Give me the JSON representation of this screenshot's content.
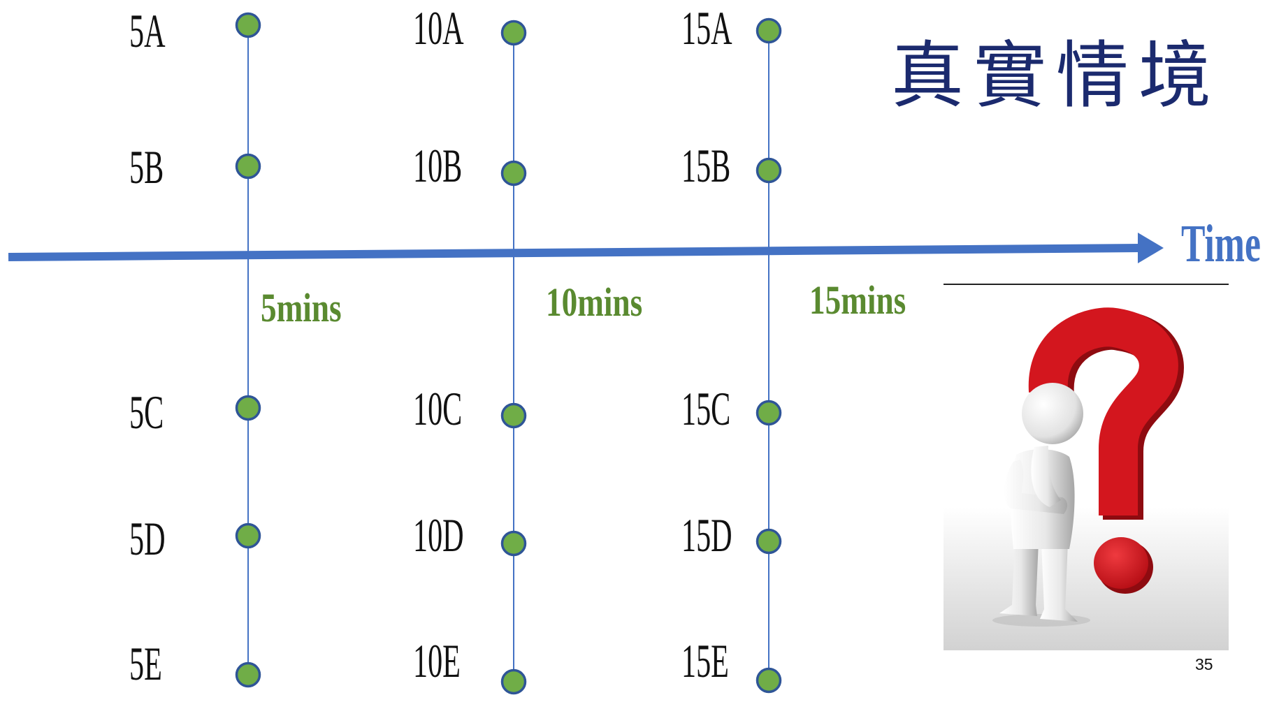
{
  "slide": {
    "title": "真實情境",
    "page_number": "35"
  },
  "timeline": {
    "axis_label": "Time",
    "intervals": [
      "5mins",
      "10mins",
      "15mins"
    ],
    "columns": [
      {
        "labels": [
          "5A",
          "5B",
          "5C",
          "5D",
          "5E"
        ]
      },
      {
        "labels": [
          "10A",
          "10B",
          "10C",
          "10D",
          "10E"
        ]
      },
      {
        "labels": [
          "15A",
          "15B",
          "15C",
          "15D",
          "15E"
        ]
      }
    ]
  },
  "illustration": {
    "icon": "thinking-person-question-mark-icon"
  },
  "colors": {
    "title": "#1B2A6E",
    "axis": "#4472C4",
    "interval_text": "#5A8A30",
    "dot_fill": "#70AD47",
    "dot_stroke": "#2F5597",
    "question_mark": "#D3161E"
  }
}
